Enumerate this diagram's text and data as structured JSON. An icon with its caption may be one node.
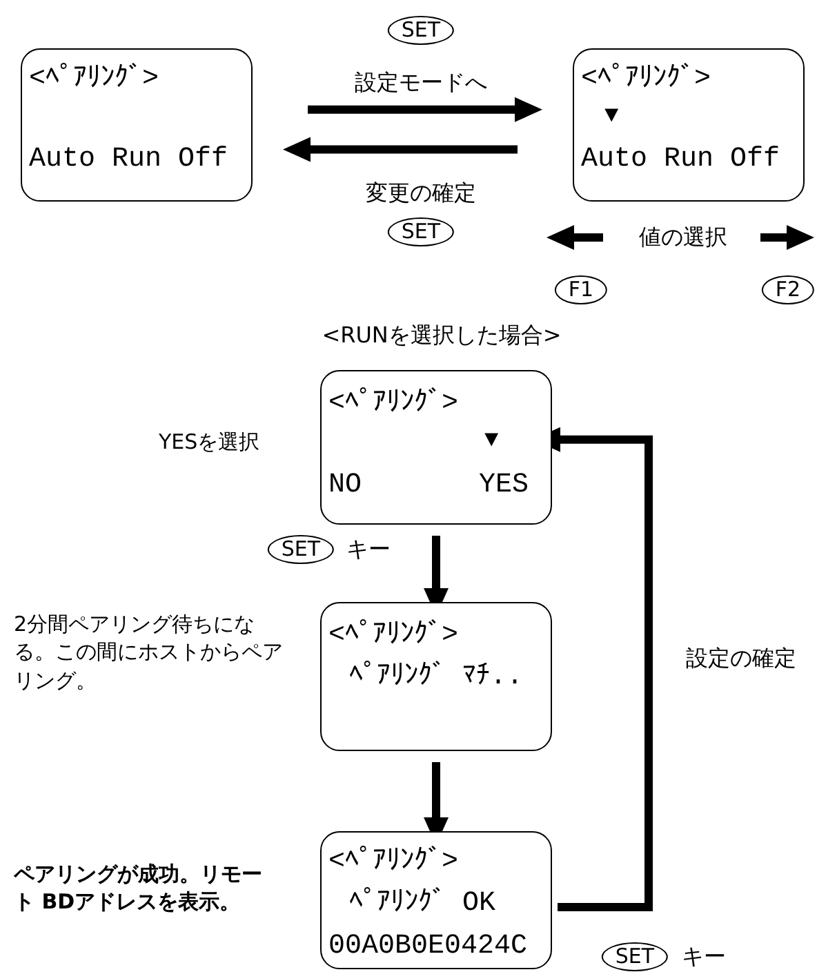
{
  "diagram": {
    "nodes": [
      {
        "text": [
          "<ﾍﾟｱﾘﾝｸﾞ>",
          "Auto Run Off"
        ]
      },
      {
        "text": [
          "<ﾍﾟｱﾘﾝｸﾞ>",
          "▼",
          "Auto Run Off"
        ]
      },
      {
        "text": [
          "<ﾍﾟｱﾘﾝｸﾞ>",
          "▼",
          "NO",
          "YES"
        ],
        "beside": [
          "YESを選択"
        ]
      },
      {
        "text": [
          "<ﾍﾟｱﾘﾝｸﾞ>",
          "ﾍﾟｱﾘﾝｸﾞ ﾏﾁ.."
        ],
        "beside": [
          "2分間ペアリング待ちになる。この間にホストからペアリング。"
        ]
      },
      {
        "text": [
          "<ﾍﾟｱﾘﾝｸﾞ>",
          "ﾍﾟｱﾘﾝｸﾞ OK",
          "00A0B0E0424C"
        ],
        "beside": [
          "ペアリングが成功。リモート BDアドレスを表示。"
        ]
      }
    ],
    "edges": [
      {
        "from": 0,
        "to": 1,
        "arrow": "to",
        "label": "設定モードへ"
      },
      {
        "from": 1,
        "to": 0,
        "arrow": "to",
        "label": "変更の確定"
      },
      {
        "from": 2,
        "to": 3,
        "arrow": "to"
      },
      {
        "from": 3,
        "to": 4,
        "arrow": "to"
      },
      {
        "from": 4,
        "to": 2,
        "arrow": "to",
        "label": "設定の確定"
      }
    ],
    "labels": [
      "SET",
      "SET",
      "値の選択",
      "F1",
      "F2",
      "<RUNを選択した場合>",
      "SET",
      "キー",
      "SET",
      "キー"
    ]
  }
}
